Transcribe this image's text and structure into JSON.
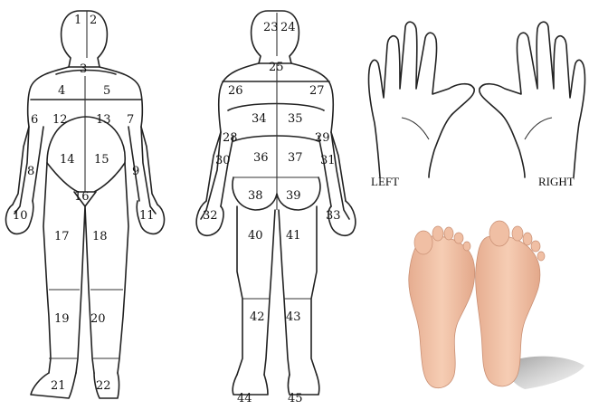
{
  "front_zones": [
    "1",
    "2",
    "3",
    "4",
    "5",
    "6",
    "7",
    "8",
    "9",
    "10",
    "11",
    "12",
    "13",
    "14",
    "15",
    "16",
    "17",
    "18",
    "19",
    "20",
    "21",
    "22"
  ],
  "back_zones": [
    "23",
    "24",
    "25",
    "26",
    "27",
    "28",
    "29",
    "30",
    "31",
    "32",
    "33",
    "34",
    "35",
    "36",
    "37",
    "38",
    "39",
    "40",
    "41",
    "42",
    "43",
    "44",
    "45"
  ],
  "hands": {
    "left_label": "LEFT",
    "right_label": "RIGHT"
  },
  "colors": {
    "line": "#222222",
    "skin": "#f2c3a7",
    "skin_shadow": "#d99a7c",
    "sole_shadow": "#9a9a9a"
  }
}
